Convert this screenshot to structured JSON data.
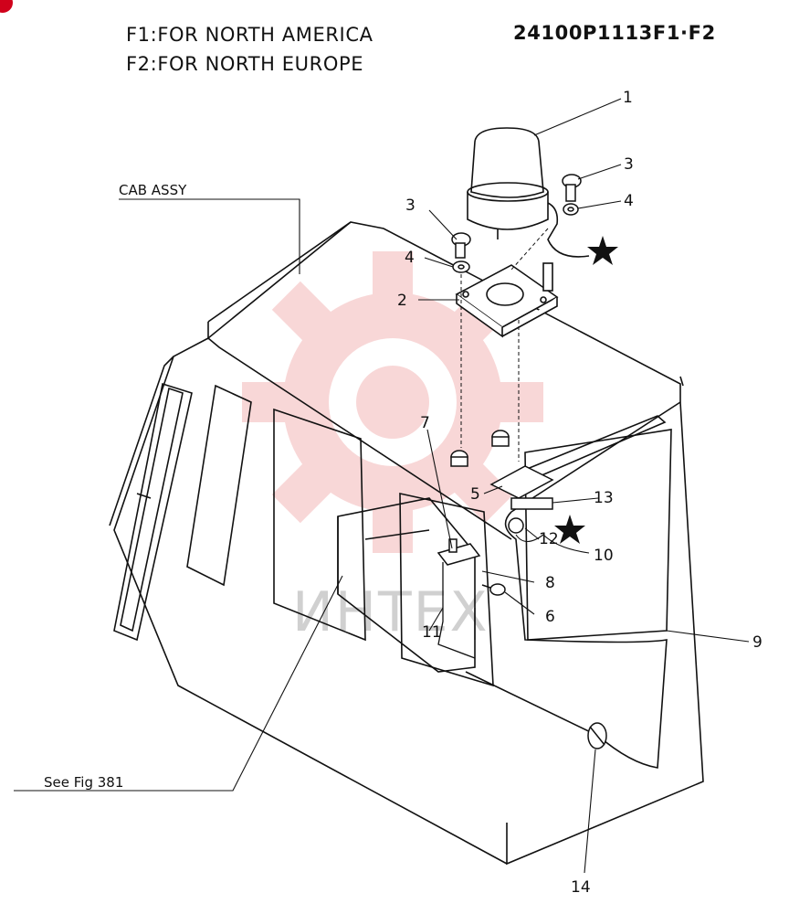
{
  "header": {
    "line1": "F1:FOR NORTH AMERICA",
    "line2": "F2:FOR NORTH EUROPE",
    "part_code": "24100P1113F1·F2"
  },
  "labels": {
    "cab_assy": "CAB ASSY",
    "see_fig": "See Fig 381"
  },
  "callouts": {
    "c1": "1",
    "c2": "2",
    "c3a": "3",
    "c3b": "3",
    "c4a": "4",
    "c4b": "4",
    "c5": "5",
    "c6": "6",
    "c7": "7",
    "c8": "8",
    "c9": "9",
    "c10": "10",
    "c11": "11",
    "c12": "12",
    "c13": "13",
    "c14": "14"
  },
  "watermark": {
    "text": "ИНТЕХ"
  },
  "colors": {
    "watermark_red": "#f4b8b8",
    "ink": "#111111",
    "corner_badge": "#d0021b"
  }
}
